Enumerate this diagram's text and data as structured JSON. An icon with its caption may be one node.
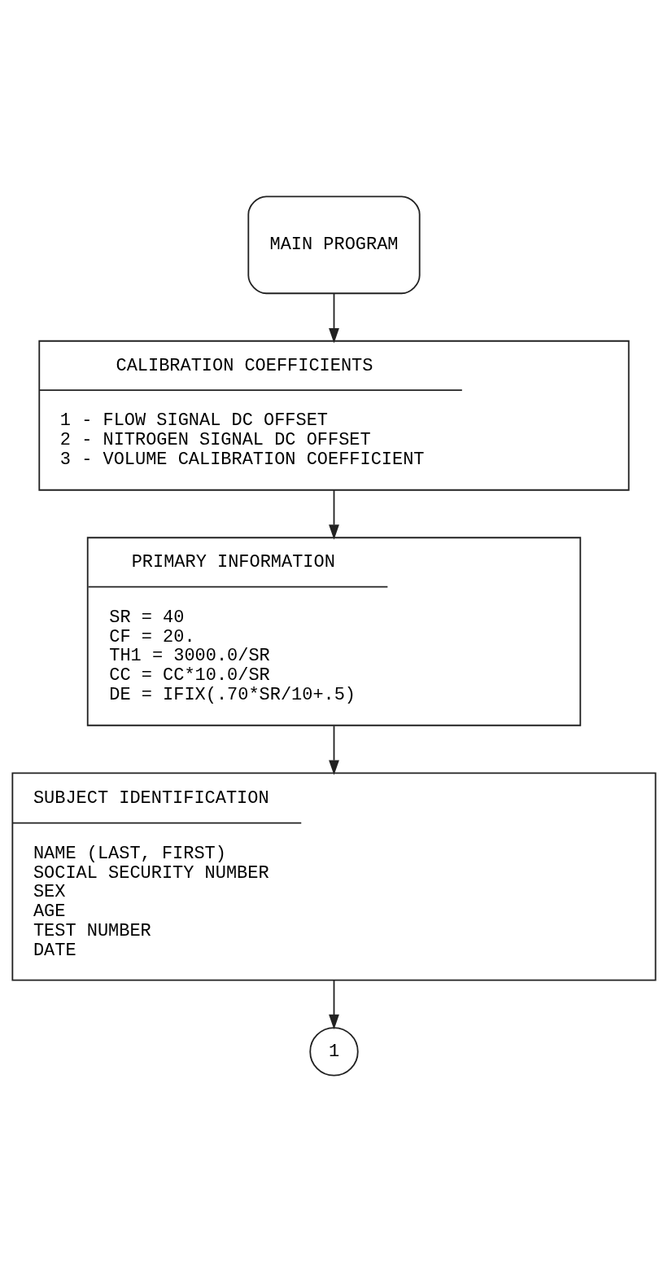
{
  "diagram": {
    "nodes": [
      {
        "text": [
          "MAIN PROGRAM"
        ]
      },
      {
        "text": [
          "CALIBRATION COEFFICIENTS",
          "1 - FLOW SIGNAL DC OFFSET",
          "2 - NITROGEN SIGNAL DC OFFSET",
          "3 - VOLUME CALIBRATION COEFFICIENT"
        ]
      },
      {
        "text": [
          "PRIMARY INFORMATION",
          "SR = 40",
          "CF = 20.",
          "TH1 = 3000.0/SR",
          "CC = CC*10.0/SR",
          "DE = IFIX(.70*SR/10+.5)"
        ]
      },
      {
        "text": [
          "SUBJECT IDENTIFICATION",
          "NAME (LAST, FIRST)",
          "SOCIAL SECURITY NUMBER",
          "SEX",
          "AGE",
          "TEST NUMBER",
          "DATE"
        ]
      },
      {
        "text": [
          "1"
        ]
      }
    ],
    "edges": [
      {
        "from": 0,
        "to": 1,
        "arrow": "to"
      },
      {
        "from": 1,
        "to": 2,
        "arrow": "to"
      },
      {
        "from": 2,
        "to": 3,
        "arrow": "to"
      },
      {
        "from": 3,
        "to": 4,
        "arrow": "to"
      }
    ]
  }
}
